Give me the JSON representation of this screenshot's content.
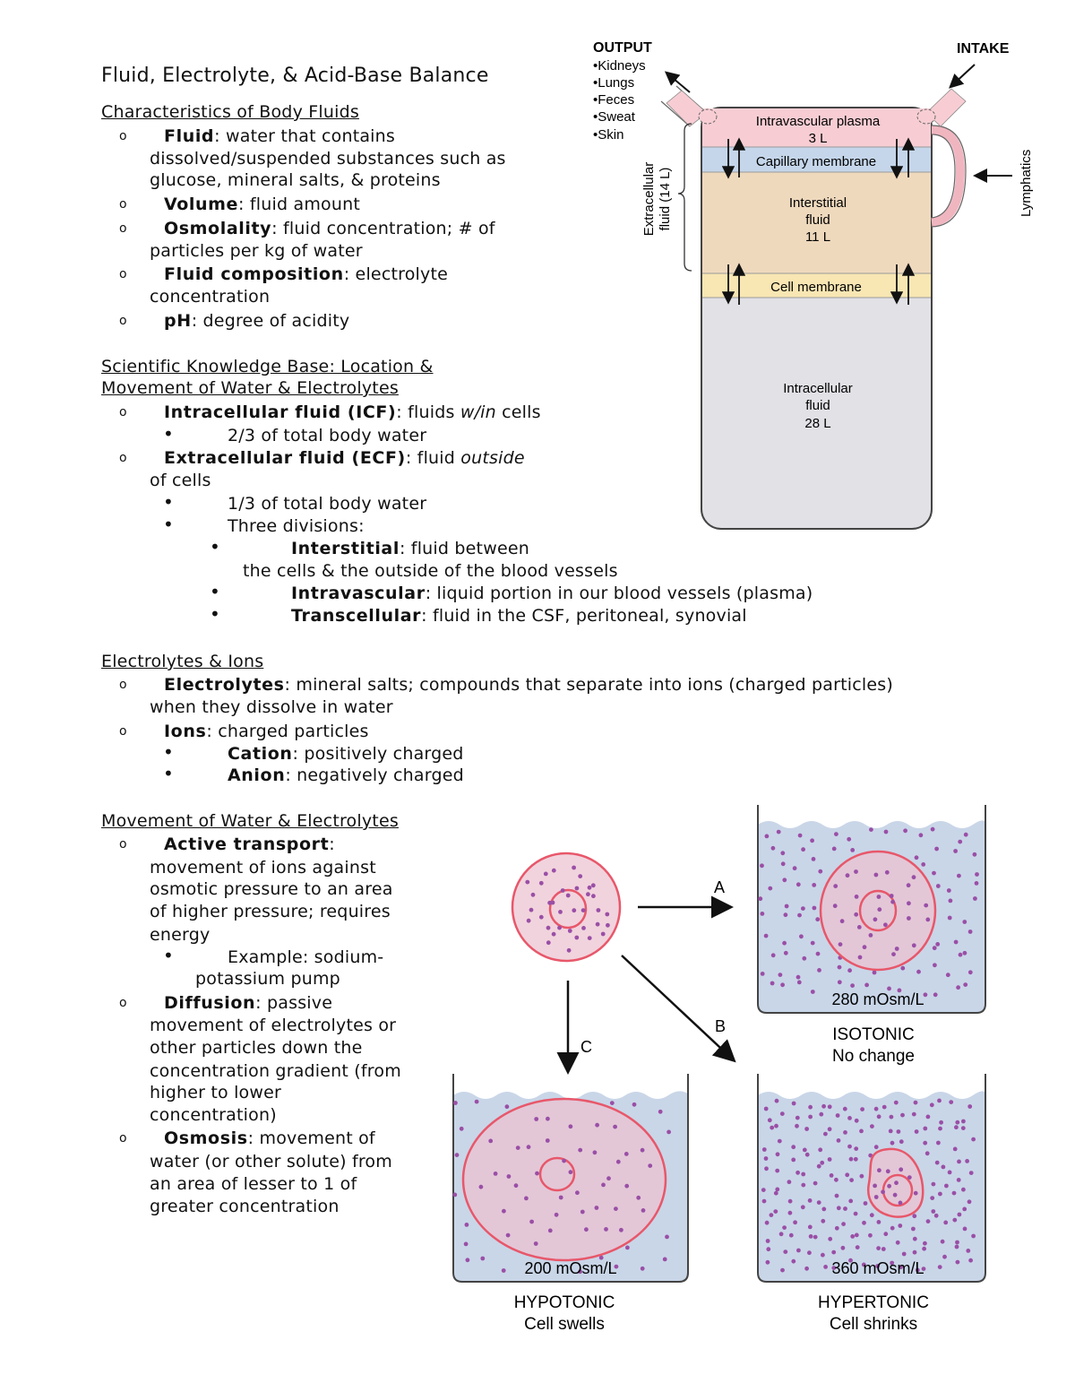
{
  "title": "Fluid, Electrolyte, & Acid-Base Balance",
  "s1": {
    "heading": "Characteristics of Body Fluids",
    "fluid_term": "Fluid",
    "fluid_def_1": ": water that contains",
    "fluid_def_2": "dissolved/suspended substances such as",
    "fluid_def_3": "glucose, mineral salts, & proteins",
    "volume_term": "Volume",
    "volume_def": ": fluid amount",
    "osm_term": "Osmolality",
    "osm_def_1": ": fluid concentration; # of",
    "osm_def_2": "particles per kg of water",
    "comp_term": "Fluid composition",
    "comp_def_1": ": electrolyte",
    "comp_def_2": "concentration",
    "ph_term": "pH",
    "ph_def": ": degree of acidity"
  },
  "s2": {
    "heading_1": "Scientific Knowledge Base: Location &",
    "heading_2": "Movement of Water & Electrolytes",
    "icf_term": "Intracellular fluid (ICF)",
    "icf_def_a": ": fluids ",
    "icf_def_em": "w/in",
    "icf_def_b": " cells",
    "icf_sub": "2/3 of total body water",
    "ecf_term": "Extracellular fluid (ECF)",
    "ecf_def_a": ": fluid ",
    "ecf_def_em": "outside",
    "ecf_def_2": "of cells",
    "ecf_sub_1": "1/3 of total body water",
    "ecf_sub_2": "Three divisions:",
    "inter_term": "Interstitial",
    "inter_def": ": fluid between",
    "inter_def_2": "the cells & the outside of the blood vessels",
    "intra_term": "Intravascular",
    "intra_def": ": liquid portion in our blood vessels (plasma)",
    "trans_term": "Transcellular",
    "trans_def": ": fluid in the CSF, peritoneal, synovial"
  },
  "s3": {
    "heading": "Electrolytes & Ions",
    "elec_term": "Electrolytes",
    "elec_def_1": ": mineral salts; compounds that separate into ions (charged particles)",
    "elec_def_2": "when they dissolve in water",
    "ions_term": "Ions",
    "ions_def": ": charged particles",
    "cation_term": "Cation",
    "cation_def": ": positively charged",
    "anion_term": "Anion",
    "anion_def": ": negatively charged"
  },
  "s4": {
    "heading": "Movement of Water & Electrolytes",
    "active_term": "Active transport",
    "active_def_0": ":",
    "active_def_1": "movement of ions against",
    "active_def_2": "osmotic pressure to an area",
    "active_def_3": "of higher pressure; requires",
    "active_def_4": "energy",
    "active_ex_1": "Example: sodium-",
    "active_ex_2": "potassium pump",
    "diff_term": "Diffusion",
    "diff_def_1": ": passive",
    "diff_def_2": "movement of electrolytes or",
    "diff_def_3": "other particles down the",
    "diff_def_4": "concentration gradient (from",
    "diff_def_5": "higher to lower",
    "diff_def_6": "concentration)",
    "osmo_term": "Osmosis",
    "osmo_def_1": ": movement of",
    "osmo_def_2": "water (or other solute) from",
    "osmo_def_3": "an area of lesser to 1 of",
    "osmo_def_4": "greater concentration"
  },
  "fig1": {
    "output_label": "OUTPUT",
    "output_items": [
      "•Kidneys",
      "•Lungs",
      "•Feces",
      "•Sweat",
      "•Skin"
    ],
    "intake_label": "INTAKE",
    "lymphatics": "Lymphatics",
    "ecf_label_1": "Extracellular",
    "ecf_label_2": "fluid (14 L)",
    "plasma_1": "Intravascular plasma",
    "plasma_2": "3 L",
    "capillary": "Capillary membrane",
    "interstitial_1": "Interstitial",
    "interstitial_2": "fluid",
    "interstitial_3": "11 L",
    "cell_membrane": "Cell membrane",
    "icf_1": "Intracellular",
    "icf_2": "fluid",
    "icf_3": "28 L",
    "colors": {
      "plasma": "#f7cdd3",
      "capillary": "#c5d6ea",
      "interstitial": "#efd9bd",
      "cellmem": "#f8e6b3",
      "icf": "#e1e1e6"
    }
  },
  "fig2": {
    "arrow_a": "A",
    "arrow_b": "B",
    "arrow_c": "C",
    "iso_conc": "280 mOsm/L",
    "iso_label": "ISOTONIC",
    "iso_desc": "No change",
    "hypo_conc": "200 mOsm/L",
    "hypo_label": "HYPOTONIC",
    "hypo_desc": "Cell swells",
    "hyper_conc": "360 mOsm/L",
    "hyper_label": "HYPERTONIC",
    "hyper_desc": "Cell shrinks",
    "colors": {
      "water": "#c9d6e8",
      "cell": "#e8c8d5",
      "membrane": "#e8576a",
      "particle": "#9a4fa6"
    }
  }
}
